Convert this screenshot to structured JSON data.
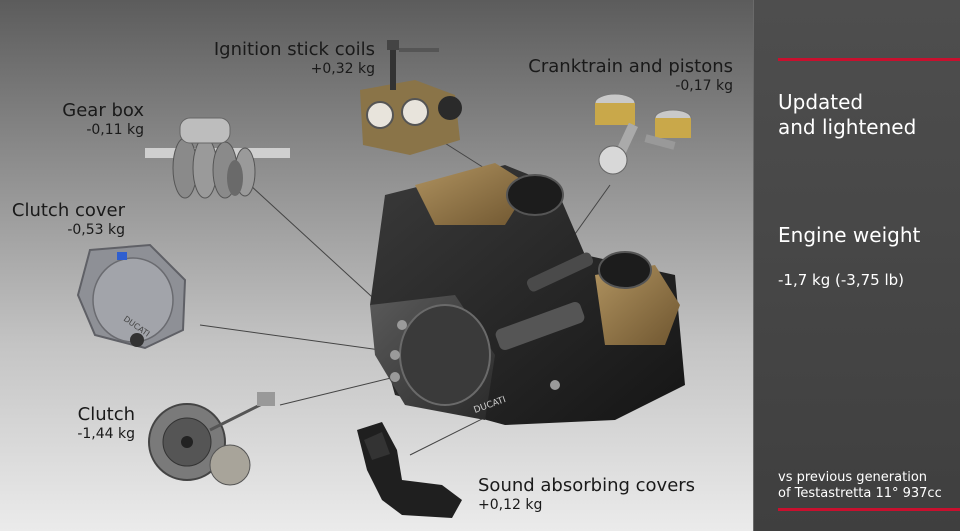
{
  "sidebar": {
    "heading": [
      "Updated",
      "and lightened"
    ],
    "weight_title": "Engine weight",
    "weight_value": "-1,7 kg (-3,75 lb)",
    "footnote": [
      "vs previous generation",
      "of Testastretta 11° 937cc"
    ],
    "accent_color": "#c8102e"
  },
  "callouts": {
    "ignition": {
      "name": "Ignition stick coils",
      "delta": "+0,32 kg"
    },
    "cranktrain": {
      "name": "Cranktrain and pistons",
      "delta": "-0,17 kg"
    },
    "gearbox": {
      "name": "Gear box",
      "delta": "-0,11 kg"
    },
    "clutch_cover": {
      "name": "Clutch cover",
      "delta": "-0,53 kg"
    },
    "clutch": {
      "name": "Clutch",
      "delta": "-1,44 kg"
    },
    "sound": {
      "name": "Sound absorbing covers",
      "delta": "+0,12 kg"
    }
  },
  "brand_mark": "DUCATI"
}
